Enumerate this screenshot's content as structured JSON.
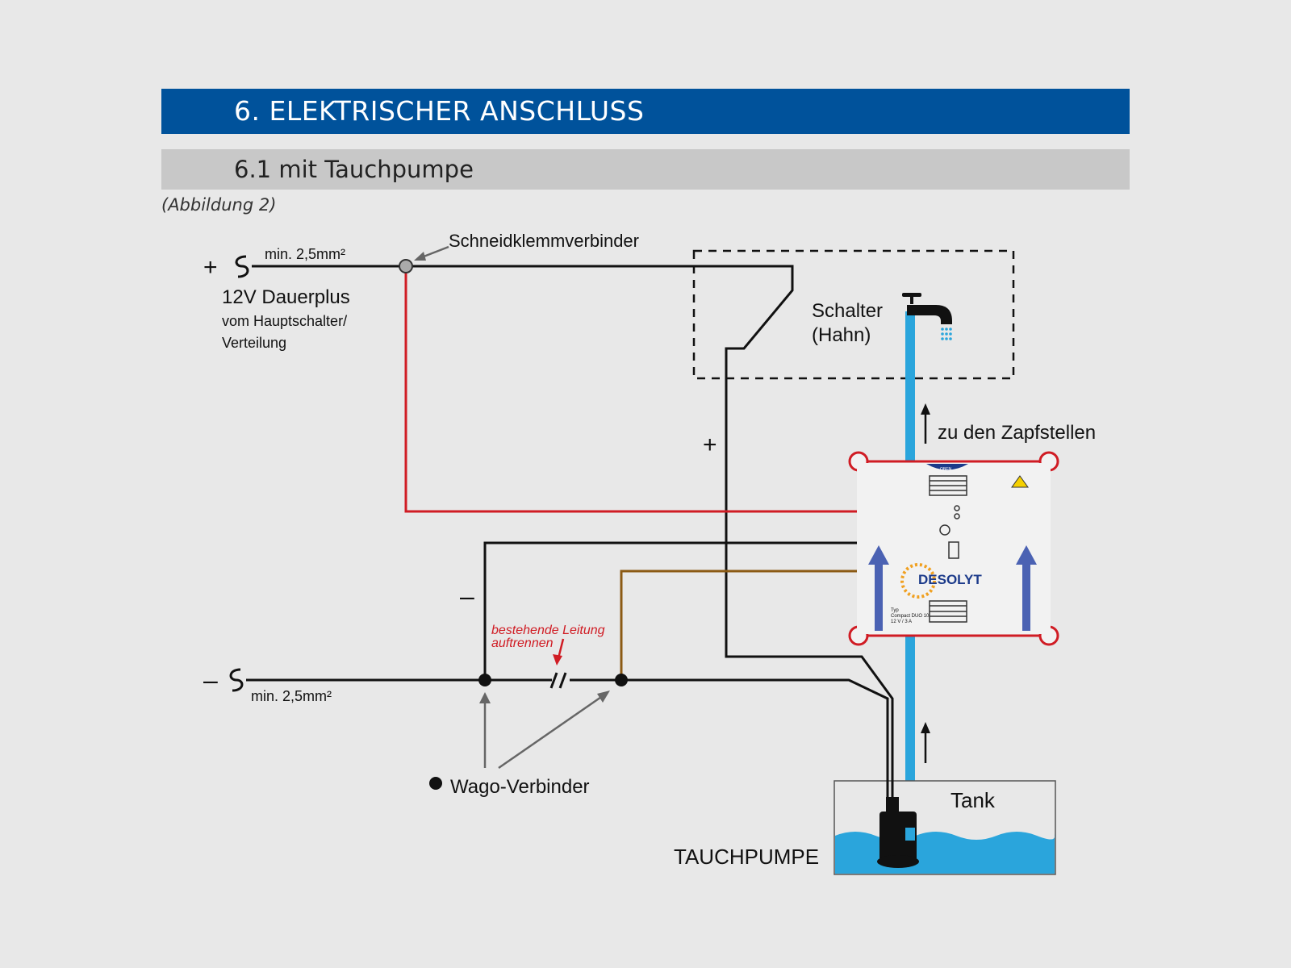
{
  "header": {
    "title": "6.  ELEKTRISCHER ANSCHLUSS",
    "subtitle": "6.1  mit Tauchpumpe"
  },
  "caption": "(Abbildung 2)",
  "labels": {
    "plus_sign": "+",
    "minus_sign": "–",
    "wire_gauge_top": "min. 2,5mm²",
    "wire_gauge_bottom": "min. 2,5mm²",
    "dauerplus": "12V Dauerplus",
    "source_line1": "vom Hauptschalter/",
    "source_line2": "Verteilung",
    "schneidklemm": "Schneidklemmverbinder",
    "schalter_line1": "Schalter",
    "schalter_line2": "(Hahn)",
    "zapfstellen": "zu den Zapfstellen",
    "pump_plus": "+",
    "pump_minus": "–",
    "cut_line1": "bestehende Leitung",
    "cut_line2": "auftrennen",
    "wago": "Wago-Verbinder",
    "tank": "Tank",
    "tauchpumpe": "TAUCHPUMPE"
  },
  "device": {
    "brand": "DESOLYT",
    "tag_top": "OBEN",
    "type_line1": "Typ",
    "type_line2": "Compact DUO 10",
    "type_line3": "12 V / 3 A"
  },
  "colors": {
    "header": "#00529b",
    "subheader": "#c8c8c8",
    "red_wire": "#d01c24",
    "brown_wire": "#8b5a14",
    "water": "#2aa5dc",
    "device_border": "#d01c24"
  }
}
